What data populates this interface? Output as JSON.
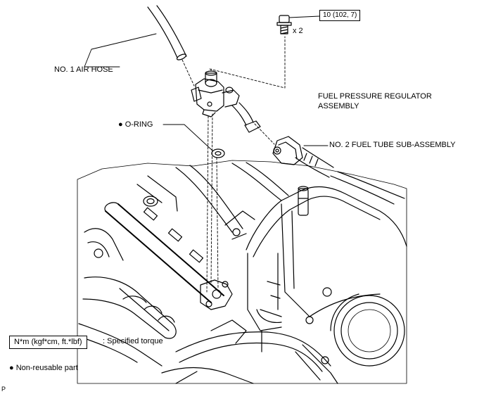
{
  "callouts": {
    "torque_spec": "10 (102, 7)",
    "bolt_qty": "x 2",
    "air_hose": "NO. 1 AIR HOSE",
    "regulator_line1": "FUEL PRESSURE REGULATOR",
    "regulator_line2": "ASSEMBLY",
    "o_ring": "● O-RING",
    "fuel_tube": "NO. 2 FUEL TUBE SUB-ASSEMBLY"
  },
  "legend": {
    "torque_unit": "N*m (kgf*cm, ft.*lbf)",
    "torque_desc": ": Specified torque",
    "non_reusable": "● Non-reusable part"
  },
  "corner_mark": "P"
}
